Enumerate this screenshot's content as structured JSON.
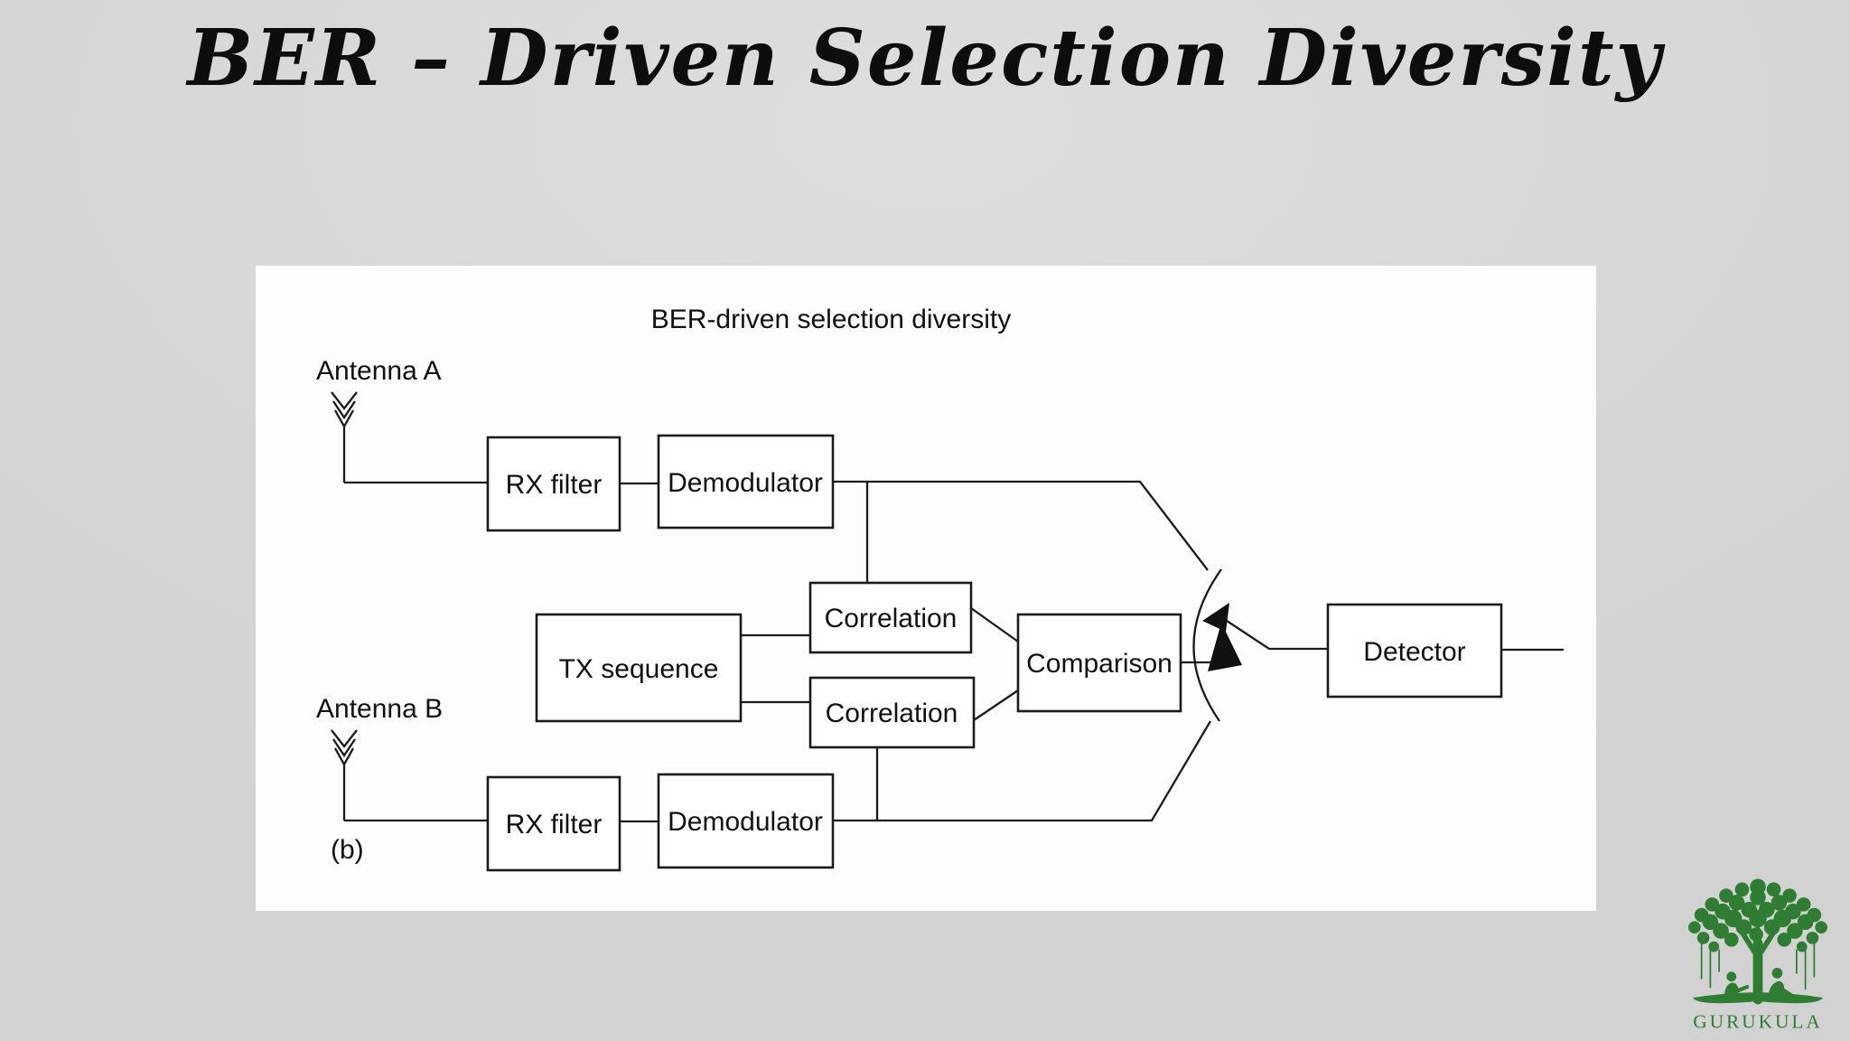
{
  "slide": {
    "title": "BER – Driven Selection Diversity"
  },
  "diagram": {
    "caption": "BER-driven selection diversity",
    "antenna_a_label": "Antenna A",
    "antenna_b_label": "Antenna B",
    "figure_label": "(b)",
    "boxes": {
      "rx_filter_a": "RX filter",
      "demodulator_a": "Demodulator",
      "tx_sequence": "TX sequence",
      "correlation_a": "Correlation",
      "correlation_b": "Correlation",
      "comparison": "Comparison",
      "rx_filter_b": "RX filter",
      "demodulator_b": "Demodulator",
      "detector": "Detector"
    }
  },
  "logo": {
    "text": "GURUKULA",
    "color": "#2e7d32"
  },
  "colors": {
    "background": "#d7d7d7",
    "panel": "#fdfdfd",
    "line": "#1b1b1b",
    "title_text": "#0d0d0d"
  }
}
